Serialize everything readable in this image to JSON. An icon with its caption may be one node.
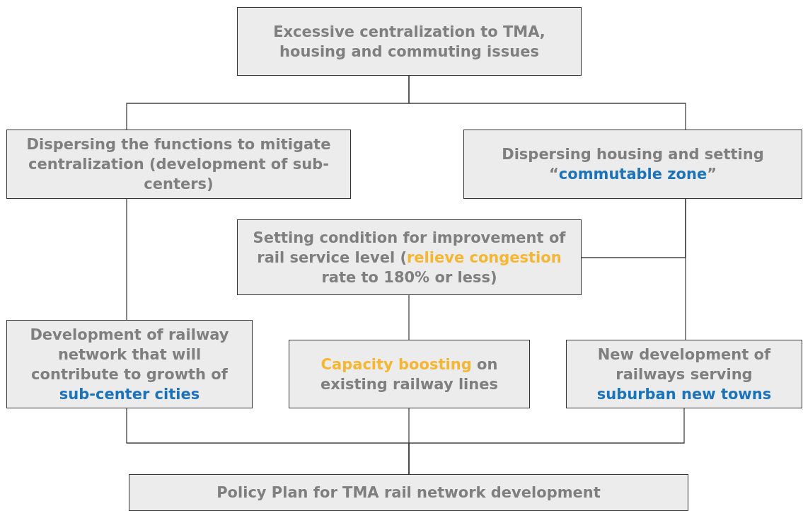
{
  "diagram": {
    "nodes": [
      {
        "text": [
          "Excessive centralization to TMA, housing and commuting issues"
        ]
      },
      {
        "text": [
          "Dispersing the functions to mitigate centralization (development of sub-centers)"
        ]
      },
      {
        "text": [
          "Dispersing housing and setting “*commutable zone*”"
        ]
      },
      {
        "text": [
          "Setting condition for improvement of rail service level (**relieve congestion** rate to 180% or less)"
        ]
      },
      {
        "text": [
          "Development of railway network that will contribute to growth of *sub-center cities*"
        ]
      },
      {
        "text": [
          "**Capacity boosting** on existing railway lines"
        ]
      },
      {
        "text": [
          "New development of railways serving *suburban new towns*"
        ]
      },
      {
        "text": [
          "Policy Plan for TMA rail network development"
        ]
      }
    ],
    "edges": [
      {
        "from": 0,
        "to": 1,
        "arrow": "none"
      },
      {
        "from": 0,
        "to": 2,
        "arrow": "none"
      },
      {
        "from": 2,
        "to": 3,
        "arrow": "none"
      },
      {
        "from": 2,
        "to": 6,
        "arrow": "none"
      },
      {
        "from": 1,
        "to": 4,
        "arrow": "none"
      },
      {
        "from": 3,
        "to": 5,
        "arrow": "none"
      },
      {
        "from": 4,
        "to": 7,
        "arrow": "none"
      },
      {
        "from": 5,
        "to": 7,
        "arrow": "none"
      },
      {
        "from": 6,
        "to": 7,
        "arrow": "none"
      }
    ]
  }
}
